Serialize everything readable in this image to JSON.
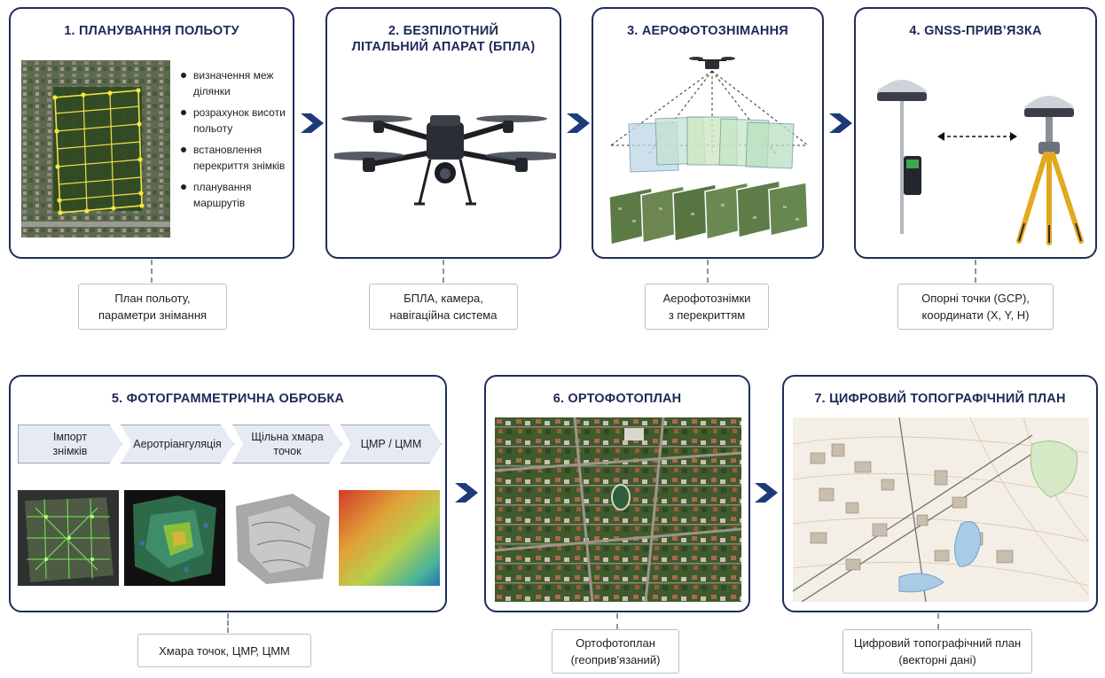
{
  "steps": [
    {
      "title": "1. ПЛАНУВАННЯ ПОЛЬОТУ",
      "bullets": [
        "визначення меж ділянки",
        "розрахунок висоти польоту",
        "встановлення перекриття знімків",
        "планування маршрутів"
      ],
      "output": [
        "План польоту,",
        "параметри знімання"
      ]
    },
    {
      "title_lines": [
        "2. БЕЗПІЛОТНИЙ",
        "ЛІТАЛЬНИЙ АПАРАТ (БПЛА)"
      ],
      "output": [
        "БПЛА, камера,",
        "навігаційна система"
      ]
    },
    {
      "title": "3. АЕРОФОТОЗНІМАННЯ",
      "output": [
        "Аерофотознімки",
        "з перекриттям"
      ]
    },
    {
      "title": "4. GNSS-ПРИВ’ЯЗКА",
      "output": [
        "Опорні точки (GCP),",
        "координати (X, Y, H)"
      ]
    },
    {
      "title": "5. ФОТОГРАММЕТРИЧНА ОБРОБКА",
      "stages": [
        [
          "Імпорт",
          "знімків"
        ],
        [
          "Аеротріангуляція"
        ],
        [
          "Щільна хмара",
          "точок"
        ],
        [
          "ЦМР / ЦММ"
        ]
      ],
      "output": [
        "Хмара точок, ЦМР, ЦММ"
      ]
    },
    {
      "title": "6. ОРТОФОТОПЛАН",
      "output": [
        "Ортофотоплан",
        "(геоприв’язаний)"
      ]
    },
    {
      "title": "7. ЦИФРОВИЙ ТОПОГРАФІЧНИЙ ПЛАН",
      "output": [
        "Цифровий топографічний план",
        "(векторні дані)"
      ]
    }
  ],
  "colors": {
    "frame": "#1f2d5c",
    "arrow": "#1f3a7a",
    "dash": "#8a93a8"
  }
}
